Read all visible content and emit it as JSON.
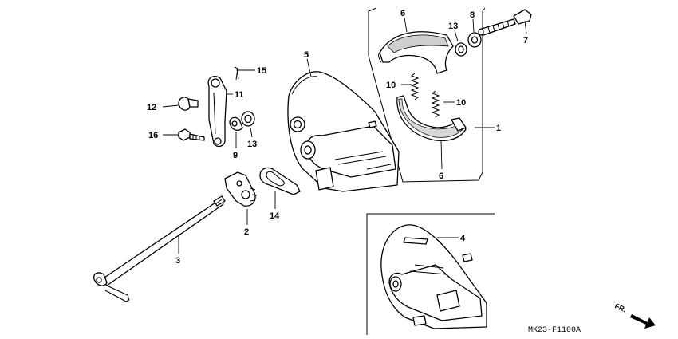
{
  "diagram": {
    "code": "MK23-F1100A",
    "front_marker": "FR.",
    "callouts": {
      "c1": "1",
      "c2": "2",
      "c3": "3",
      "c4": "4",
      "c5": "5",
      "c6a": "6",
      "c6b": "6",
      "c7": "7",
      "c8": "8",
      "c9": "9",
      "c10a": "10",
      "c10b": "10",
      "c11": "11",
      "c12": "12",
      "c13a": "13",
      "c13b": "13",
      "c14": "14",
      "c15": "15",
      "c16": "16"
    }
  }
}
